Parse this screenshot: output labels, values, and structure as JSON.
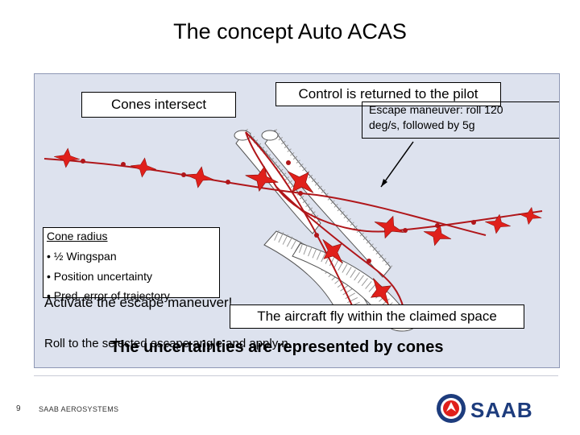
{
  "slide": {
    "title": "The concept Auto ACAS",
    "page_number": "9",
    "company": "SAAB AEROSYSTEMS",
    "logo_text": "SAAB"
  },
  "labels": {
    "cones_intersect": "Cones intersect",
    "control_returned": "Control is returned to the pilot",
    "escape_line1": "Escape maneuver: roll 120",
    "escape_line2": "deg/s, followed by 5g",
    "cone_radius_title": "Cone radius",
    "cone_radius_items": [
      "• ½ Wingspan",
      "• Position uncertainty",
      "• Pred. error of trajectory"
    ],
    "activate": "Activate the escape maneuver!",
    "fly_within": "The aircraft fly within the claimed space",
    "roll_to": "Roll to the selected escape angle and apply n",
    "uncertainties": "The uncertainties are represented by cones"
  },
  "colors": {
    "panel_bg": "#dde2ee",
    "aircraft_red": "#e0201b",
    "trajectory_red": "#b0161a",
    "saab_blue": "#1d3c7d"
  }
}
